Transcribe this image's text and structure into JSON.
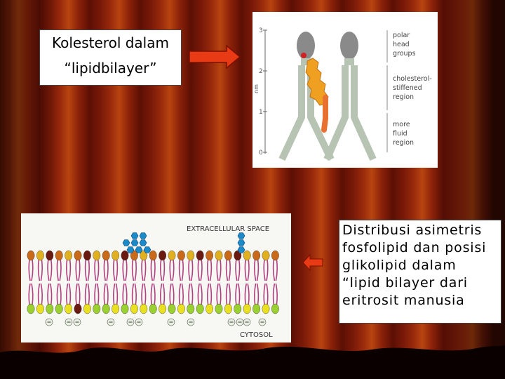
{
  "slide": {
    "top_label": {
      "line1": "Kolesterol dalam",
      "line2": "“lipidbilayer”"
    },
    "bottom_label": {
      "line1": "Distribusi asimetris",
      "line2": "fosfolipid dan posisi",
      "line3": "glikolipid dalam",
      "line4": "“lipid bilayer dari",
      "line5": "eritrosit manusia"
    }
  },
  "figure_cholesterol": {
    "axis_ticks": [
      "3",
      "2",
      "1",
      "0"
    ],
    "axis_unit": "nm",
    "regions": {
      "polar": [
        "polar",
        "head",
        "groups"
      ],
      "stiffened": [
        "cholesterol-",
        "stiffened",
        "region"
      ],
      "fluid": [
        "more",
        "fluid",
        "region"
      ]
    }
  },
  "figure_bilayer": {
    "top_label": "EXTRACELLULAR SPACE",
    "bottom_label": "CYTOSOL"
  },
  "colors": {
    "arrow_fill": "#e83a14",
    "curtain": "#9a2a0c",
    "cholesterol": "#f0a020",
    "head_gray": "#8a8a8a"
  }
}
